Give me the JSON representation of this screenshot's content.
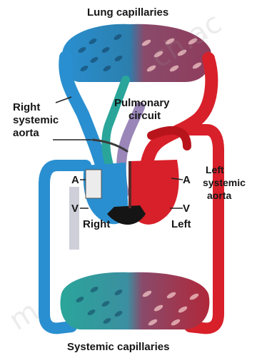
{
  "labels": {
    "lung_capillaries": "Lung capillaries",
    "pulmonary_circuit_line1": "Pulmonary",
    "pulmonary_circuit_line2": "circuit",
    "right_systemic_aorta_line1": "Right",
    "right_systemic_aorta_line2": "systemic",
    "right_systemic_aorta_line3": "aorta",
    "left_systemic_aorta_line1": "Left",
    "left_systemic_aorta_line2": "systemic",
    "left_systemic_aorta_line3": "aorta",
    "right_atrium": "A",
    "right_ventricle": "V",
    "left_atrium": "A",
    "left_ventricle": "V",
    "right": "Right",
    "left": "Left",
    "systemic_capillaries": "Systemic capillaries"
  },
  "watermark": {
    "top": "ch.ac",
    "bottom": "m"
  },
  "colors": {
    "deoxygenated_blue": "#2a8fd0",
    "dark_blue": "#1f6fb0",
    "teal": "#2aa59a",
    "oxygenated_red": "#d8202a",
    "dark_red": "#b8141c",
    "capillary_purple": "#8a4a6a",
    "mixed_purple": "#9a86b8"
  }
}
